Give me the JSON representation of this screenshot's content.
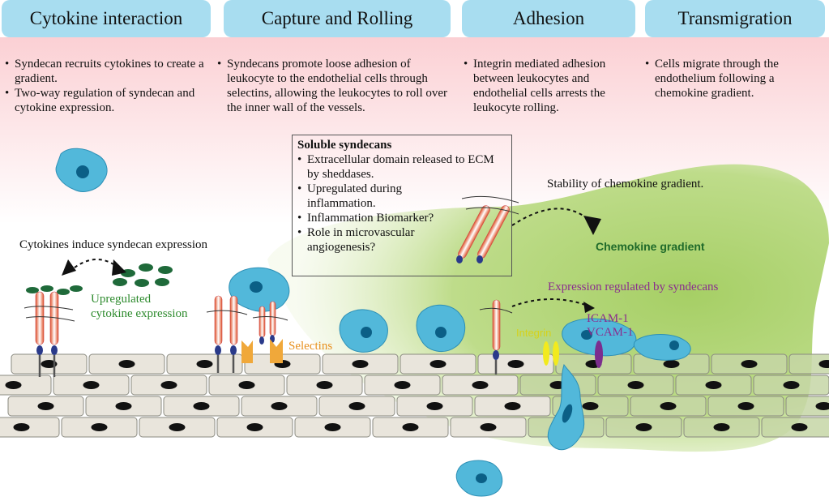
{
  "headers": [
    "Cytokine interaction",
    "Capture and Rolling",
    "Adhesion",
    "Transmigration"
  ],
  "bullets": {
    "cytokine": [
      "Syndecan recruits cytokines to create a gradient.",
      "Two-way regulation of syndecan and cytokine expression."
    ],
    "capture": [
      "Syndecans promote loose adhesion of leukocyte to the endothelial cells through selectins, allowing the leukocytes to roll over the inner wall of the vessels."
    ],
    "adhesion": [
      "Integrin mediated adhesion between leukocytes and endothelial cells arrests the leukocyte rolling."
    ],
    "transmigration": [
      "Cells migrate through the endothelium following a chemokine gradient."
    ]
  },
  "soluble": {
    "title": "Soluble syndecans",
    "items": [
      "Extracellular domain released to ECM by sheddases.",
      "Upregulated during inflammation.",
      "Inflammation Biomarker?",
      "Role in microvascular angiogenesis?"
    ]
  },
  "labels": {
    "cytokines_induce": "Cytokines induce syndecan expression",
    "upregulated_1": "Upregulated",
    "upregulated_2": "cytokine expression",
    "selectins": "Selectins",
    "stability": "Stability of chemokine gradient.",
    "chemokine_gradient": "Chemokine gradient",
    "expression_regulated": "Expression regulated by syndecans",
    "integrin": "Integrin",
    "icam": "ICAM-1",
    "vcam": "VCAM-1"
  },
  "colors": {
    "header_bg": "#a8ddf0",
    "top_band": "#fbd3d6",
    "leukocyte": "#52b8da",
    "nucleus": "#0b5f86",
    "gradient_green": "#a9d16a",
    "endothelial_fill": "#e9e5dc",
    "cytokine_green": "#1f6a3a",
    "selectin_orange": "#f0a83a",
    "integrin_yellow": "#f2ea1e",
    "adhesion_purple": "#7b2d8e",
    "label_green": "#2e8b2e",
    "label_orange": "#e8901e",
    "label_yellow": "#d6d21a",
    "label_purple": "#8a2e8e"
  }
}
